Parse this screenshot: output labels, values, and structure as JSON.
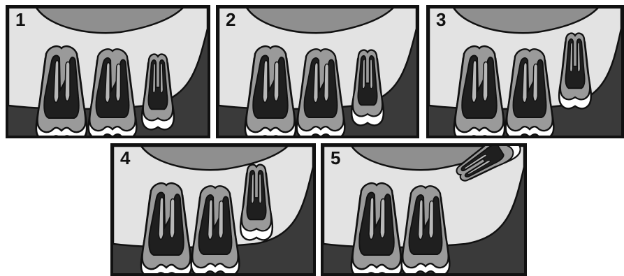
{
  "panels": [
    {
      "label": "1"
    },
    {
      "label": "2"
    },
    {
      "label": "3"
    },
    {
      "label": "4"
    },
    {
      "label": "5"
    }
  ],
  "colors": {
    "outline": "#111111",
    "bone": "#e3e3e3",
    "gum_background": "#3a3a3a",
    "sinus": "#8f8f8f",
    "tooth_outer": "#9a9a9a",
    "tooth_pulp": "#1f1f1f",
    "tooth_dentin": "#b8b8b8",
    "crown_highlight": "#ffffff"
  }
}
